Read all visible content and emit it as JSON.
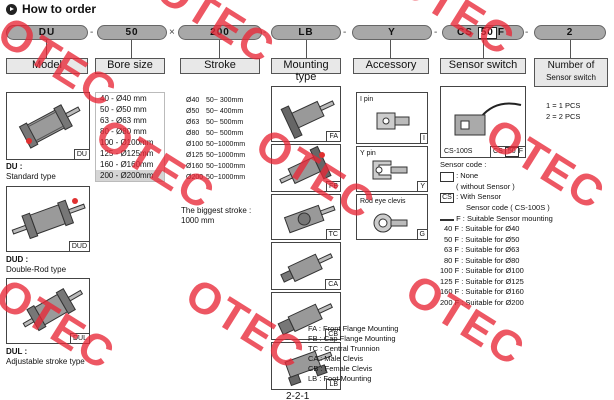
{
  "title": "How to order",
  "code": {
    "p1": "DU",
    "p2": "50",
    "p3": "200",
    "p4": "LB",
    "p5": "Y",
    "p6_pre": "CS",
    "p6_box": "50",
    "p6_post": "F",
    "p7": "2",
    "sep_x": "×",
    "sep_dash": "-"
  },
  "headers": {
    "model": "Model",
    "bore": "Bore size",
    "stroke": "Stroke",
    "mounting": "Mounting type",
    "accessory": "Accessory",
    "sensor": "Sensor switch",
    "number_l1": "Number of",
    "number_l2": "Sensor switch"
  },
  "models": [
    {
      "tag": "DU",
      "name": "DU :",
      "desc": "Standard type"
    },
    {
      "tag": "DUD",
      "name": "DUD :",
      "desc": "Double-Rod type"
    },
    {
      "tag": "DUL",
      "name": "DUL :",
      "desc": "Adjustable stroke type"
    }
  ],
  "bores": [
    {
      "text": "40  -  Ø40 mm",
      "hl": false
    },
    {
      "text": "50  -  Ø50 mm",
      "hl": false
    },
    {
      "text": "63  -  Ø63 mm",
      "hl": false
    },
    {
      "text": "80  -  Ø80 mm",
      "hl": false
    },
    {
      "text": "100 - Ø100mm",
      "hl": false
    },
    {
      "text": "125 - Ø125mm",
      "hl": false
    },
    {
      "text": "160 - Ø160mm",
      "hl": false
    },
    {
      "text": "200 - Ø200mm",
      "hl": true
    }
  ],
  "strokes": [
    {
      "bore": "Ø40",
      "range": "50~ 300mm"
    },
    {
      "bore": "Ø50",
      "range": "50~ 400mm"
    },
    {
      "bore": "Ø63",
      "range": "50~ 500mm"
    },
    {
      "bore": "Ø80",
      "range": "50~ 500mm"
    },
    {
      "bore": "Ø100",
      "range": "50~1000mm"
    },
    {
      "bore": "Ø125",
      "range": "50~1000mm"
    },
    {
      "bore": "Ø160",
      "range": "50~1000mm"
    },
    {
      "bore": "Ø200",
      "range": "50~1000mm"
    }
  ],
  "stroke_note_l1": "The biggest stroke :",
  "stroke_note_l2": "1000 mm",
  "mount_tags": [
    "FA",
    "FB",
    "TC",
    "CA",
    "CB",
    "LB"
  ],
  "mount_legend": [
    "FA : Front Flange Mounting",
    "FB : Cap Flange Mounting",
    "TC : Central Trunnion",
    "CA : Male Clevis",
    "CB : Female Clevis",
    "LB : Foot Mounting"
  ],
  "accessories": [
    {
      "label": "I pin",
      "tag": "I"
    },
    {
      "label": "Y pin",
      "tag": "Y"
    },
    {
      "label": "Rod eye clevis",
      "tag": "G"
    }
  ],
  "sensor_image": {
    "model": "CS-100S",
    "tag_pre": "CS",
    "tag_box": "50",
    "tag_post": "F"
  },
  "sensor_code": {
    "heading": "Sensor code :",
    "none_l1": ": None",
    "none_l2": "( without Sensor )",
    "cs_box": "CS",
    "cs_l1": ": With Sensor",
    "cs_l2": "Sensor code ( CS-100S )",
    "f_box": "",
    "f_suffix": "F",
    "f_desc": ": Suitable Sensor mounting",
    "items": [
      "40  F : Suitable for Ø40",
      "50  F : Suitable for Ø50",
      "63  F : Suitable for Ø63",
      "80  F : Suitable for Ø80",
      "100 F : Suitable for Ø100",
      "125 F : Suitable for Ø125",
      "160 F : Suitable for Ø160",
      "200 F : Suitable for Ø200"
    ]
  },
  "number_options": [
    "1 = 1 PCS",
    "2 = 2 PCS"
  ],
  "page_number": "2-2-1",
  "watermark_text": "OTEC",
  "colors": {
    "watermark": "#e82837",
    "pill": "#a8a8a8",
    "header": "#e8e8e8"
  }
}
